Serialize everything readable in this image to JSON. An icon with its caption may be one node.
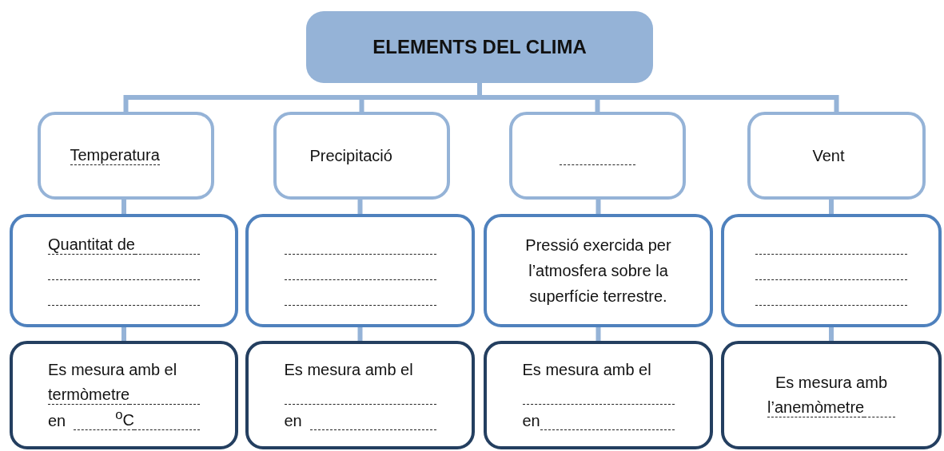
{
  "diagram": {
    "nodes": [
      {
        "text": [
          "ELEMENTS DEL CLIMA"
        ]
      },
      {
        "text": [
          "Temperatura"
        ]
      },
      {
        "text": [
          "Precipitació"
        ]
      },
      {
        "text": [],
        "shape": "box"
      },
      {
        "text": [
          "Vent"
        ]
      },
      {
        "text": [
          "Quantitat de"
        ]
      },
      {
        "text": [],
        "shape": "box"
      },
      {
        "text": [
          "Pressió exercida per l’atmosfera sobre la superfície terrestre."
        ]
      },
      {
        "text": [],
        "shape": "box"
      },
      {
        "text": [
          "Es mesura amb el",
          "termòmetre",
          "en",
          "$^{o}$C"
        ]
      },
      {
        "text": [
          "Es mesura amb el",
          "en"
        ]
      },
      {
        "text": [
          "Es mesura amb el",
          "en"
        ]
      },
      {
        "text": [
          "Es mesura amb",
          "l’anemòmetre"
        ]
      }
    ],
    "edges": [
      {
        "from": 0,
        "to": 1,
        "arrow": "none"
      },
      {
        "from": 0,
        "to": 2,
        "arrow": "none"
      },
      {
        "from": 0,
        "to": 3,
        "arrow": "none"
      },
      {
        "from": 0,
        "to": 4,
        "arrow": "none"
      },
      {
        "from": 1,
        "to": 5,
        "arrow": "none"
      },
      {
        "from": 2,
        "to": 6,
        "arrow": "none"
      },
      {
        "from": 3,
        "to": 7,
        "arrow": "none"
      },
      {
        "from": 4,
        "to": 8,
        "arrow": "none"
      },
      {
        "from": 5,
        "to": 9,
        "arrow": "none"
      },
      {
        "from": 6,
        "to": 10,
        "arrow": "none"
      },
      {
        "from": 7,
        "to": 11,
        "arrow": "none"
      },
      {
        "from": 8,
        "to": 12,
        "arrow": "none"
      }
    ]
  }
}
